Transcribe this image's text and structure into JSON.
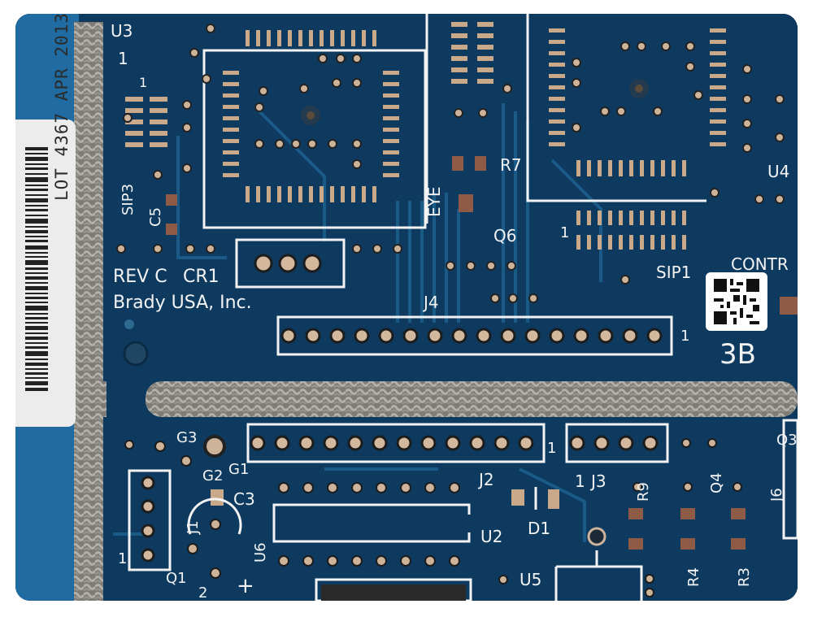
{
  "image": {
    "label": {
      "text": "LOT 4367 APR 2013"
    },
    "silkscreen": {
      "u3": "U3",
      "sip3": "SIP3",
      "c5": "C5",
      "rev": "REV C",
      "cr1": "CR1",
      "brand": "Brady USA, Inc.",
      "eye": "EYE",
      "r7": "R7",
      "q6": "Q6",
      "j4": "J4",
      "j4_pin1": "1",
      "u4": "U4",
      "sip1_pin1": "1",
      "sip1": "SIP1",
      "contr": "CONTR",
      "b3": "3B",
      "u3_pin1": "1",
      "g3": "G3",
      "g2": "G2",
      "g1": "G1",
      "j2_pin1": "1",
      "j3_pin1": "1",
      "j3": "J3",
      "j2": "J2",
      "c3": "C3",
      "j1": "J1",
      "u6": "U6",
      "u2": "U2",
      "d1": "D1",
      "r9": "R9",
      "q4": "Q4",
      "q3": "Q3",
      "j6": "J6",
      "q1": "Q1",
      "u5": "U5",
      "r4": "R4",
      "r3": "R3",
      "plus": "+",
      "j1_pin1": "1",
      "q1_pin2": "2"
    },
    "colors": {
      "board": "#0f3a5f",
      "trace": "#15557f",
      "silk": "#f3f3f3",
      "pad": "#c9a98a",
      "label": "#ececec",
      "mesh": "#8a8783"
    }
  }
}
